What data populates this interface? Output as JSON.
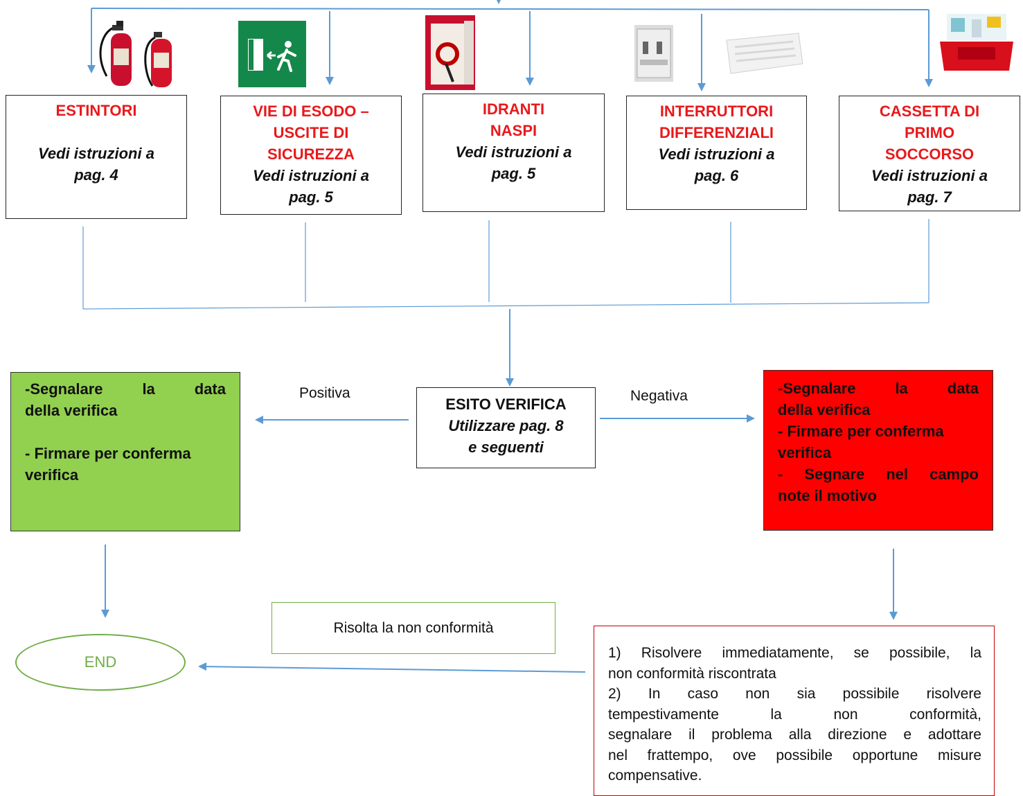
{
  "colors": {
    "arrow": "#5b9bd5",
    "title_red": "#e8191c",
    "positive_box": "#92d050",
    "negative_box": "#ff0000",
    "end_green": "#70ad47",
    "actions_border": "#c00000"
  },
  "boxes": [
    {
      "title_lines": [
        "ESTINTORI"
      ],
      "instr_lines": [
        "Vedi istruzioni a",
        "pag. 4"
      ],
      "icon": "fire-extinguisher-icon"
    },
    {
      "title_lines": [
        "VIE DI ESODO –",
        "USCITE DI",
        "SICUREZZA"
      ],
      "instr_lines": [
        "Vedi istruzioni a",
        "pag. 5"
      ],
      "icon": "emergency-exit-sign-icon"
    },
    {
      "title_lines": [
        "IDRANTI",
        "NASPI"
      ],
      "instr_lines": [
        "Vedi istruzioni a",
        "pag. 5"
      ],
      "icon": "fire-hose-cabinet-icon"
    },
    {
      "title_lines": [
        "INTERRUTTORI",
        "DIFFERENZIALI"
      ],
      "instr_lines": [
        "Vedi istruzioni a",
        "pag. 6"
      ],
      "icon": "circuit-breaker-icon"
    },
    {
      "title_lines": [
        "CASSETTA DI",
        "PRIMO",
        "SOCCORSO"
      ],
      "instr_lines": [
        "Vedi istruzioni a",
        "pag. 7"
      ],
      "icon": "first-aid-kit-icon"
    }
  ],
  "esito": {
    "title": "ESITO VERIFICA",
    "line1": "Utilizzare pag. 8",
    "line2": "e seguenti"
  },
  "labels": {
    "positive": "Positiva",
    "negative": "Negativa"
  },
  "positive_box": {
    "line1": "-Segnalare la data",
    "line2": "della verifica",
    "line3": "- Firmare per conferma",
    "line4": "verifica"
  },
  "negative_box": {
    "line1": "-Segnalare la data",
    "line2": "della verifica",
    "line3": "- Firmare per conferma",
    "line4": "verifica",
    "line5": "- Segnare nel campo",
    "line6": "note il motivo"
  },
  "resolved_label": "Risolta la non conformità",
  "end_label": "END",
  "actions": {
    "line1": "1) Risolvere immediatamente, se possibile, la",
    "line2": "non conformità riscontrata",
    "line3": "2) In caso non sia possibile risolvere",
    "line4": "tempestivamente la non conformità,",
    "line5": "segnalare il problema alla direzione e adottare",
    "line6": "nel frattempo, ove possibile opportune misure",
    "line7": "compensative."
  }
}
